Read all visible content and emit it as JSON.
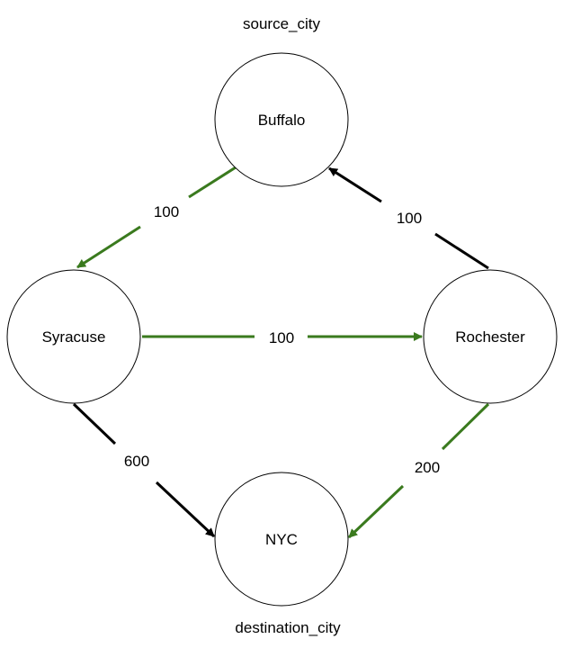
{
  "colors": {
    "highlight": "#3a7a1e",
    "default": "#000000"
  },
  "labels": {
    "source": "source_city",
    "destination": "destination_city"
  },
  "nodes": {
    "buffalo": "Buffalo",
    "syracuse": "Syracuse",
    "rochester": "Rochester",
    "nyc": "NYC"
  },
  "edges": [
    {
      "from": "Buffalo",
      "to": "Syracuse",
      "weight": "100",
      "highlighted": true
    },
    {
      "from": "Syracuse",
      "to": "Rochester",
      "weight": "100",
      "highlighted": true
    },
    {
      "from": "Rochester",
      "to": "Buffalo",
      "weight": "100",
      "highlighted": false
    },
    {
      "from": "Syracuse",
      "to": "NYC",
      "weight": "600",
      "highlighted": false
    },
    {
      "from": "Rochester",
      "to": "NYC",
      "weight": "200",
      "highlighted": true
    }
  ]
}
